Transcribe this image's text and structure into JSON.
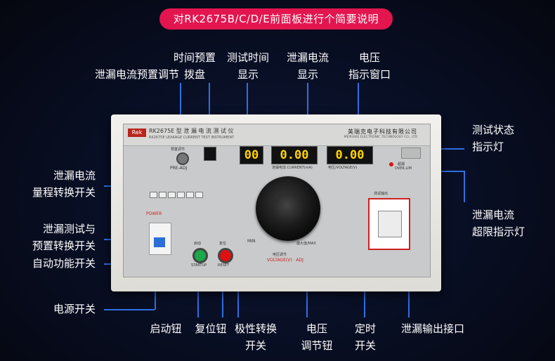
{
  "title": "对RK2675B/C/D/E前面板进行个简要说明",
  "labels": {
    "preset_adjust": "泄漏电流预置调节",
    "time_dial_1": "时间预置",
    "time_dial_2": "拨盘",
    "test_time_1": "测试时间",
    "test_time_2": "显示",
    "leak_disp_1": "泄漏电流",
    "leak_disp_2": "显示",
    "voltage_win_1": "电压",
    "voltage_win_2": "指示窗口",
    "status_light_1": "测试状态",
    "status_light_2": "指示灯",
    "range_switch_1": "泄漏电流",
    "range_switch_2": "量程转换开关",
    "test_preset_1": "泄漏测试与",
    "test_preset_2": "预置转换开关",
    "auto_function": "自动功能开关",
    "power_switch": "电源开关",
    "start_button": "启动钮",
    "reset_button": "复位钮",
    "polarity_1": "极性转换",
    "polarity_2": "开关",
    "voltage_knob_1": "电压",
    "voltage_knob_2": "调节钮",
    "timer_1": "定时",
    "timer_2": "开关",
    "output_socket": "泄漏输出接口",
    "overlimit_1": "泄漏电流",
    "overlimit_2": "超限指示灯"
  },
  "device": {
    "brand": "Rek",
    "model": "RK2675E 型 泄 漏 电 流 测 试 仪",
    "model_en": "RK2675E  LEAKAGE CURRENT TEST INSTRUMENT",
    "company": "美瑞克电子科技有限公司",
    "company_en": "MEIRUIKE ELECTRONIC TECHNOLOGY CO., LTD",
    "time_display": "00",
    "current_display": "0.00",
    "voltage_display": "0.00",
    "pre_adj": "PRE-ADJ",
    "preset_top": "预置调节",
    "power": "POWER",
    "startup": "STARTUP",
    "startup_cn": "启动",
    "reset": "RESET",
    "reset_cn": "复位",
    "voltage_adj": "VOLTAGE(V) · ADJ",
    "voltage_adj_cn": "电压调节",
    "min": "MIN",
    "max": "最大值/MAX",
    "test_output": "测试输出",
    "overlimit": "超漏",
    "over_en": "OVER.LIM",
    "current_unit": "泄漏电流 CURRENT(mA)",
    "voltage_unit": "电压/VOLTAGE(V)"
  },
  "colors": {
    "accent": "#e3154f",
    "line": "#2f6fe6"
  }
}
